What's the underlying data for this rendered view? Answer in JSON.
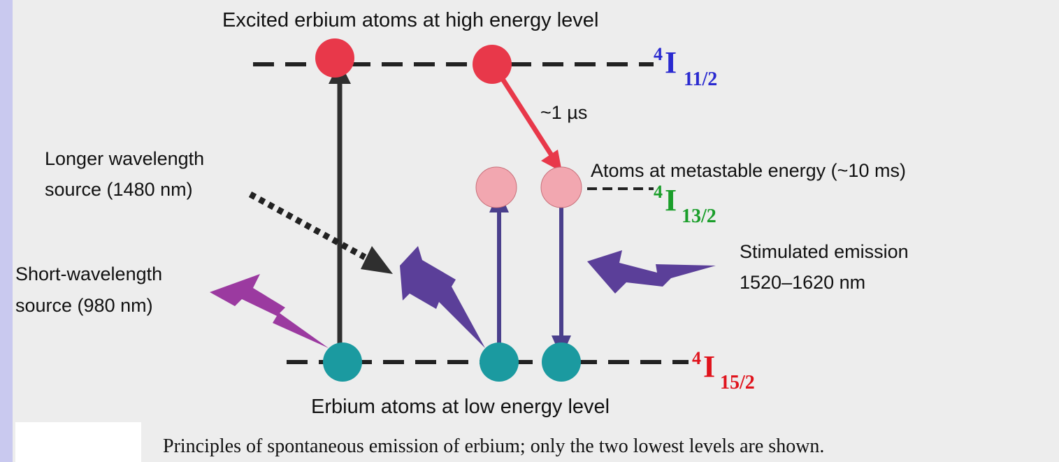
{
  "labels": {
    "top": "Excited erbium atoms at high energy level",
    "bottom": "Erbium atoms at low energy level",
    "decay_time": "~1 µs",
    "metastable": "Atoms at metastable energy (~10 ms)",
    "long_source_line1": "Longer wavelength",
    "long_source_line2": "source (1480 nm)",
    "short_source_line1": "Short-wavelength",
    "short_source_line2": "source (980 nm)",
    "stimulated_line1": "Stimulated emission",
    "stimulated_line2": "1520–1620 nm",
    "caption": "Principles of spontaneous emission of erbium; only the two lowest levels are shown."
  },
  "levels": {
    "high": {
      "sup": "4",
      "main": "I",
      "sub": "11/2"
    },
    "meta": {
      "sup": "4",
      "main": "I",
      "sub": "13/2"
    },
    "low": {
      "sup": "4",
      "main": "I",
      "sub": "15/2"
    }
  },
  "colors": {
    "background": "#c9c9ef",
    "paper": "#eeeeee",
    "high_atom": "#e8384a",
    "meta_atom": "#f2a7b0",
    "low_atom": "#1b9aa0",
    "red_arrow": "#e8384a",
    "purple_arrow": "#5e4fa2",
    "purple_bolt": "#5b3f99",
    "magenta_bolt": "#9b3aa0",
    "level_high": "#2a2ad0",
    "level_meta": "#1a9e2a",
    "level_low": "#e0131c"
  }
}
